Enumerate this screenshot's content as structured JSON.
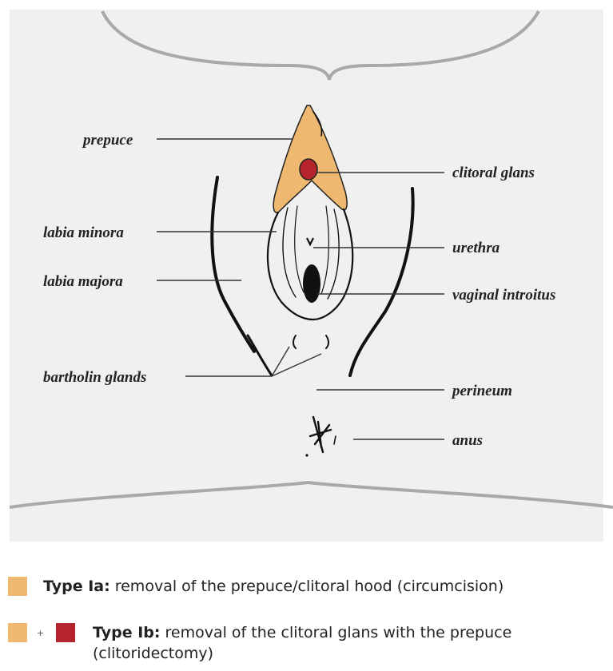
{
  "colors": {
    "panel_background": "#f0f0f0",
    "body_outline": "#a9a9a9",
    "prepuce_tan": "#efb870",
    "glans_red": "#b5232c",
    "ink": "#111111"
  },
  "labels": {
    "prepuce": "prepuce",
    "clitoral_glans": "clitoral glans",
    "labia_minora": "labia minora",
    "urethra": "urethra",
    "labia_majora": "labia majora",
    "vaginal_introitus": "vaginal introitus",
    "bartholin_glands": "bartholin glands",
    "perineum": "perineum",
    "anus": "anus"
  },
  "legend": [
    {
      "swatches": [
        "tan"
      ],
      "type": "Type Ia:",
      "description": " removal of the prepuce/clitoral hood (circumcision)"
    },
    {
      "swatches": [
        "tan",
        "red"
      ],
      "separator": "+",
      "type": "Type Ib:",
      "description": " removal of the clitoral glans with the prepuce",
      "continuation": "(clitoridectomy)"
    }
  ]
}
